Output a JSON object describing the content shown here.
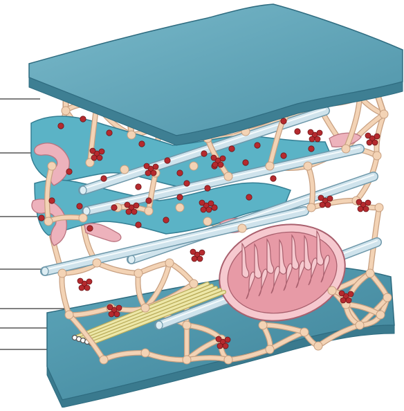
{
  "figure": {
    "kind": "cell-cytoplasm-cross-section-illustration",
    "label_lines_count": 7,
    "label_texts": [],
    "colors": {
      "membrane_top": "#5FA3B6",
      "membrane_edge": "#3E7F93",
      "er_blue": "#5BB3C6",
      "er_pink": "#EDB2BC",
      "lattice": "#F3D3B5",
      "lattice_edge": "#C79F80",
      "ribosome": "#B52A2E",
      "microtubule": "#CFE3EC",
      "microfilament": "#EDE7A8",
      "mitochondrion_outer": "#F6C9CF",
      "mitochondrion_inner": "#E79AA6"
    },
    "components": [
      "plasma-membrane-top",
      "endoplasmic-reticulum",
      "ribosome",
      "microtubule",
      "microtrabecular-lattice",
      "mitochondrion",
      "microfilament-bundle",
      "plasma-membrane-bottom"
    ]
  }
}
